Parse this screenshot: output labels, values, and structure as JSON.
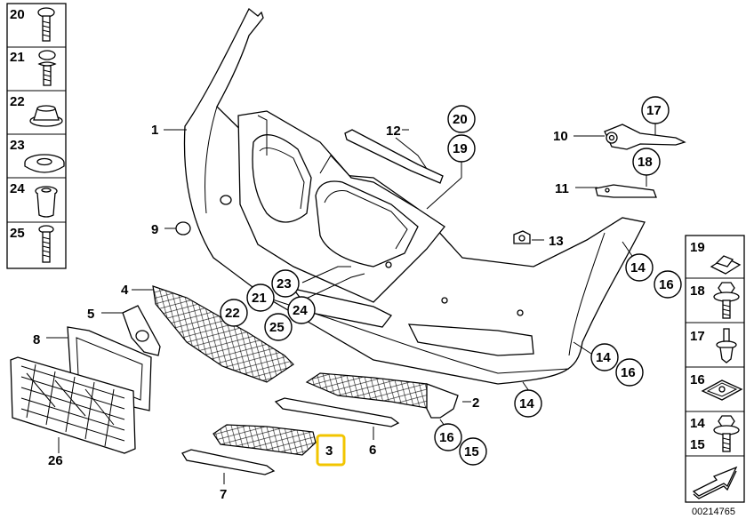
{
  "diagram": {
    "document_id": "00214765",
    "highlight_color": "#f2c500",
    "line_color": "#000000",
    "highlighted_part": "3",
    "left_column": [
      {
        "label": "20",
        "icon": "screw-icon"
      },
      {
        "label": "21",
        "icon": "spring-screw-icon"
      },
      {
        "label": "22",
        "icon": "dome-grommet-icon"
      },
      {
        "label": "23",
        "icon": "flat-washer-icon"
      },
      {
        "label": "24",
        "icon": "sleeve-nut-icon"
      },
      {
        "label": "25",
        "icon": "screw-icon"
      }
    ],
    "right_column": [
      {
        "label": "19",
        "icon": "clip-nut-icon"
      },
      {
        "label": "18",
        "icon": "collar-screw-icon"
      },
      {
        "label": "17",
        "icon": "expansion-rivet-icon"
      },
      {
        "label": "16",
        "icon": "speed-nut-icon"
      },
      {
        "label": "14",
        "label2": "15",
        "icon": "hex-screw-icon"
      },
      {
        "label": "",
        "icon": "arrow-icon"
      }
    ],
    "callouts": {
      "c1": "1",
      "c2": "2",
      "c3": "3",
      "c4": "4",
      "c5": "5",
      "c6": "6",
      "c7": "7",
      "c8": "8",
      "c9": "9",
      "c10": "10",
      "c11": "11",
      "c12": "12",
      "c13": "13",
      "c14a": "14",
      "c14b": "14",
      "c14c": "14",
      "c16a": "16",
      "c16b": "16",
      "c16c": "16",
      "c15": "15",
      "c17": "17",
      "c18": "18",
      "c19": "19",
      "c20": "20",
      "c21": "21",
      "c22": "22",
      "c23": "23",
      "c24": "24",
      "c25": "25",
      "c26": "26"
    }
  }
}
